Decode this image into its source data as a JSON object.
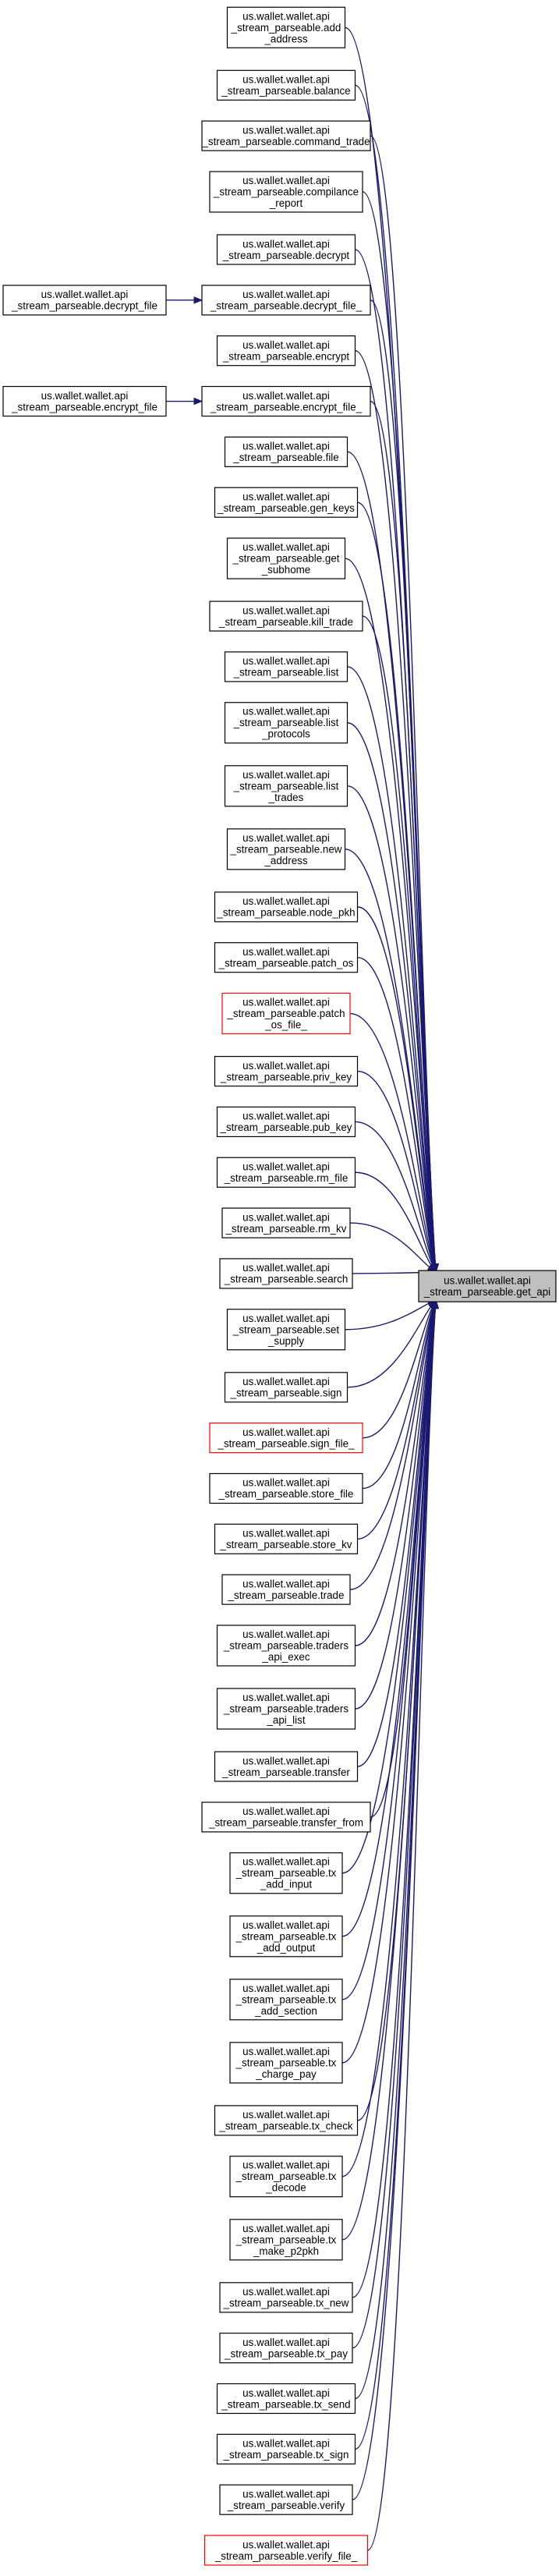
{
  "target": {
    "lines": [
      "us.wallet.wallet.api",
      "_stream_parseable.get_api"
    ]
  },
  "callers": [
    {
      "lines": [
        "us.wallet.wallet.api",
        "_stream_parseable.add",
        "_address"
      ]
    },
    {
      "lines": [
        "us.wallet.wallet.api",
        "_stream_parseable.balance"
      ]
    },
    {
      "lines": [
        "us.wallet.wallet.api",
        "_stream_parseable.command_trade"
      ]
    },
    {
      "lines": [
        "us.wallet.wallet.api",
        "_stream_parseable.compilance",
        "_report"
      ]
    },
    {
      "lines": [
        "us.wallet.wallet.api",
        "_stream_parseable.decrypt"
      ]
    },
    {
      "lines": [
        "us.wallet.wallet.api",
        "_stream_parseable.decrypt_file_"
      ]
    },
    {
      "lines": [
        "us.wallet.wallet.api",
        "_stream_parseable.encrypt"
      ]
    },
    {
      "lines": [
        "us.wallet.wallet.api",
        "_stream_parseable.encrypt_file_"
      ]
    },
    {
      "lines": [
        "us.wallet.wallet.api",
        "_stream_parseable.file"
      ]
    },
    {
      "lines": [
        "us.wallet.wallet.api",
        "_stream_parseable.gen_keys"
      ]
    },
    {
      "lines": [
        "us.wallet.wallet.api",
        "_stream_parseable.get",
        "_subhome"
      ]
    },
    {
      "lines": [
        "us.wallet.wallet.api",
        "_stream_parseable.kill_trade"
      ]
    },
    {
      "lines": [
        "us.wallet.wallet.api",
        "_stream_parseable.list"
      ]
    },
    {
      "lines": [
        "us.wallet.wallet.api",
        "_stream_parseable.list",
        "_protocols"
      ]
    },
    {
      "lines": [
        "us.wallet.wallet.api",
        "_stream_parseable.list",
        "_trades"
      ]
    },
    {
      "lines": [
        "us.wallet.wallet.api",
        "_stream_parseable.new",
        "_address"
      ]
    },
    {
      "lines": [
        "us.wallet.wallet.api",
        "_stream_parseable.node_pkh"
      ]
    },
    {
      "lines": [
        "us.wallet.wallet.api",
        "_stream_parseable.patch_os"
      ]
    },
    {
      "lines": [
        "us.wallet.wallet.api",
        "_stream_parseable.patch",
        "_os_file_"
      ],
      "red": true
    },
    {
      "lines": [
        "us.wallet.wallet.api",
        "_stream_parseable.priv_key"
      ]
    },
    {
      "lines": [
        "us.wallet.wallet.api",
        "_stream_parseable.pub_key"
      ]
    },
    {
      "lines": [
        "us.wallet.wallet.api",
        "_stream_parseable.rm_file"
      ]
    },
    {
      "lines": [
        "us.wallet.wallet.api",
        "_stream_parseable.rm_kv"
      ]
    },
    {
      "lines": [
        "us.wallet.wallet.api",
        "_stream_parseable.search"
      ]
    },
    {
      "lines": [
        "us.wallet.wallet.api",
        "_stream_parseable.set",
        "_supply"
      ]
    },
    {
      "lines": [
        "us.wallet.wallet.api",
        "_stream_parseable.sign"
      ]
    },
    {
      "lines": [
        "us.wallet.wallet.api",
        "_stream_parseable.sign_file_"
      ],
      "red": true
    },
    {
      "lines": [
        "us.wallet.wallet.api",
        "_stream_parseable.store_file"
      ]
    },
    {
      "lines": [
        "us.wallet.wallet.api",
        "_stream_parseable.store_kv"
      ]
    },
    {
      "lines": [
        "us.wallet.wallet.api",
        "_stream_parseable.trade"
      ]
    },
    {
      "lines": [
        "us.wallet.wallet.api",
        "_stream_parseable.traders",
        "_api_exec"
      ]
    },
    {
      "lines": [
        "us.wallet.wallet.api",
        "_stream_parseable.traders",
        "_api_list"
      ]
    },
    {
      "lines": [
        "us.wallet.wallet.api",
        "_stream_parseable.transfer"
      ]
    },
    {
      "lines": [
        "us.wallet.wallet.api",
        "_stream_parseable.transfer_from"
      ]
    },
    {
      "lines": [
        "us.wallet.wallet.api",
        "_stream_parseable.tx",
        "_add_input"
      ]
    },
    {
      "lines": [
        "us.wallet.wallet.api",
        "_stream_parseable.tx",
        "_add_output"
      ]
    },
    {
      "lines": [
        "us.wallet.wallet.api",
        "_stream_parseable.tx",
        "_add_section"
      ]
    },
    {
      "lines": [
        "us.wallet.wallet.api",
        "_stream_parseable.tx",
        "_charge_pay"
      ]
    },
    {
      "lines": [
        "us.wallet.wallet.api",
        "_stream_parseable.tx_check"
      ]
    },
    {
      "lines": [
        "us.wallet.wallet.api",
        "_stream_parseable.tx",
        "_decode"
      ]
    },
    {
      "lines": [
        "us.wallet.wallet.api",
        "_stream_parseable.tx",
        "_make_p2pkh"
      ]
    },
    {
      "lines": [
        "us.wallet.wallet.api",
        "_stream_parseable.tx_new"
      ]
    },
    {
      "lines": [
        "us.wallet.wallet.api",
        "_stream_parseable.tx_pay"
      ]
    },
    {
      "lines": [
        "us.wallet.wallet.api",
        "_stream_parseable.tx_send"
      ]
    },
    {
      "lines": [
        "us.wallet.wallet.api",
        "_stream_parseable.tx_sign"
      ]
    },
    {
      "lines": [
        "us.wallet.wallet.api",
        "_stream_parseable.verify"
      ]
    },
    {
      "lines": [
        "us.wallet.wallet.api",
        "_stream_parseable.verify_file_"
      ],
      "red": true
    }
  ],
  "secondary": [
    {
      "lines": [
        "us.wallet.wallet.api",
        "_stream_parseable.decrypt_file"
      ],
      "calls": 5
    },
    {
      "lines": [
        "us.wallet.wallet.api",
        "_stream_parseable.encrypt_file"
      ],
      "calls": 7
    }
  ],
  "colors": {
    "edge": "#191970",
    "border": "#000000",
    "red_border": "#ff0000",
    "target_fill": "#bfbfbf"
  }
}
